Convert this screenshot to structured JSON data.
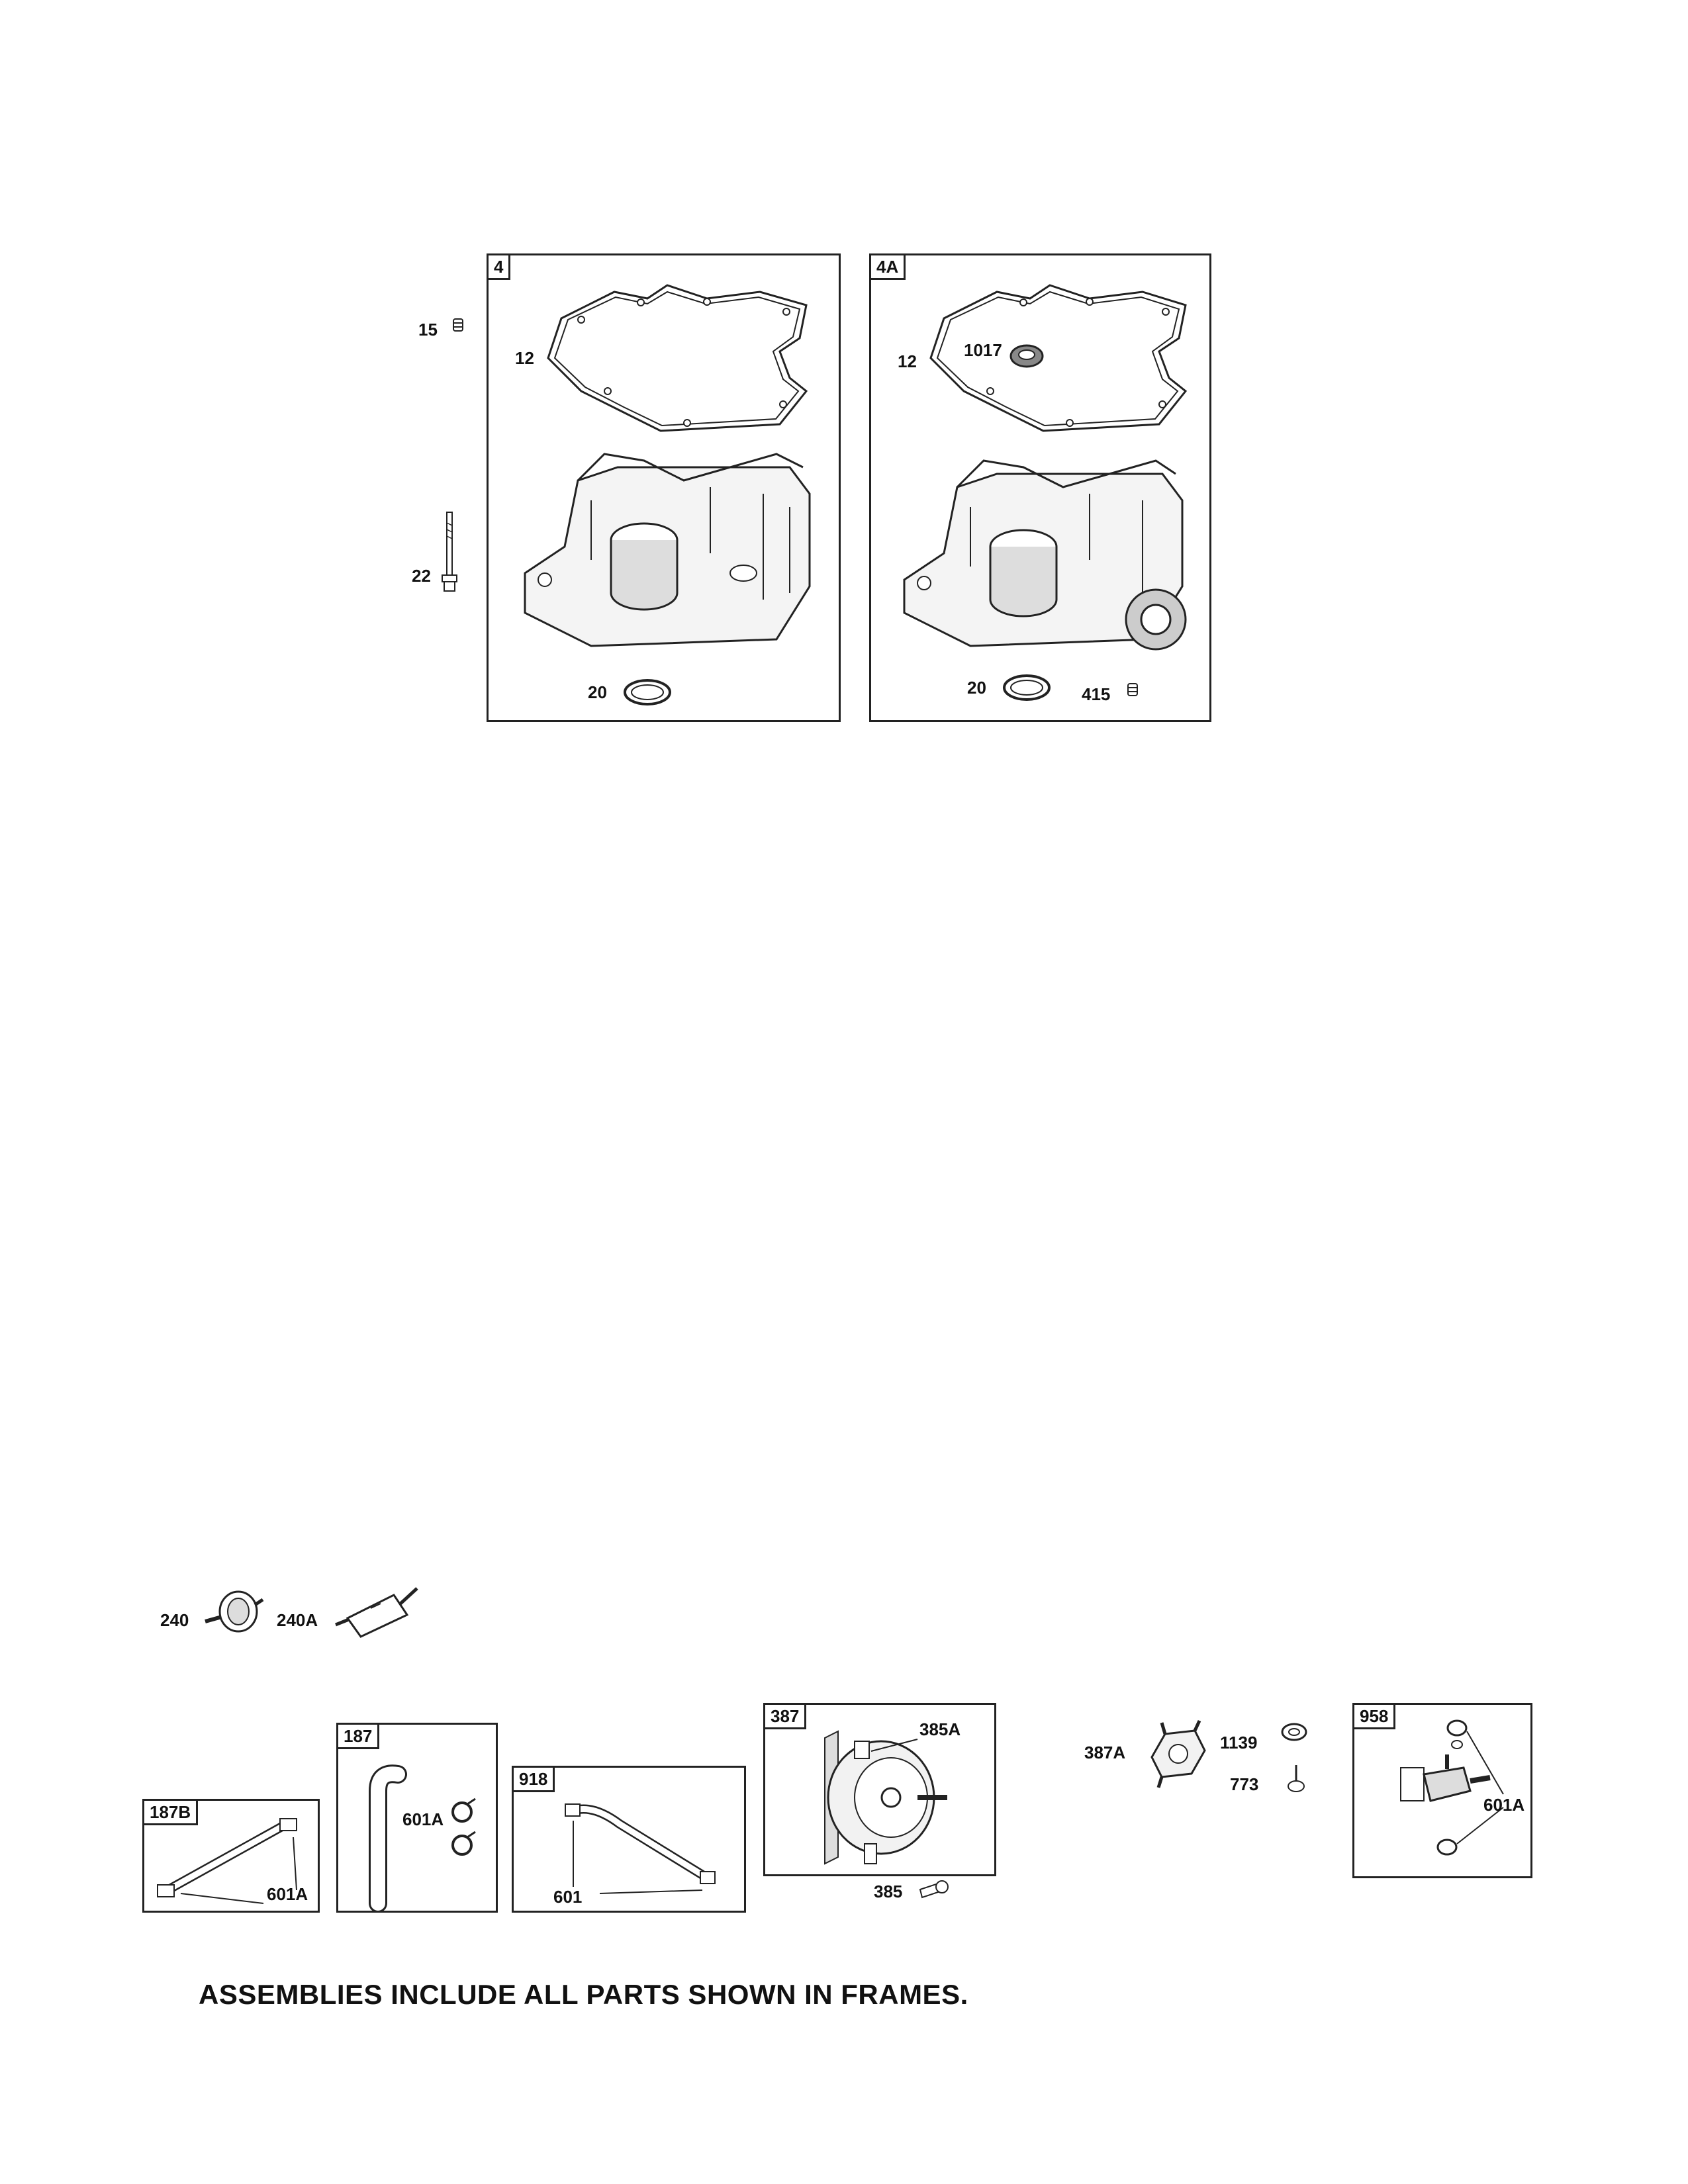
{
  "upper": {
    "frame_4": {
      "tag": "4"
    },
    "frame_4a": {
      "tag": "4A"
    },
    "labels": {
      "l15": "15",
      "l22": "22",
      "l12a": "12",
      "l20a": "20",
      "l12b": "12",
      "l1017": "1017",
      "l20b": "20",
      "l415": "415"
    }
  },
  "lower": {
    "loose": {
      "l240": "240",
      "l240a": "240A",
      "l387a": "387A",
      "l1139": "1139",
      "l773": "773",
      "l385": "385"
    },
    "frame_187b": {
      "tag": "187B",
      "label": "601A"
    },
    "frame_187": {
      "tag": "187",
      "label": "601A"
    },
    "frame_918": {
      "tag": "918",
      "label": "601"
    },
    "frame_387": {
      "tag": "387",
      "label": "385A"
    },
    "frame_958": {
      "tag": "958",
      "label": "601A"
    }
  },
  "footnote": "ASSEMBLIES INCLUDE ALL PARTS SHOWN IN FRAMES."
}
